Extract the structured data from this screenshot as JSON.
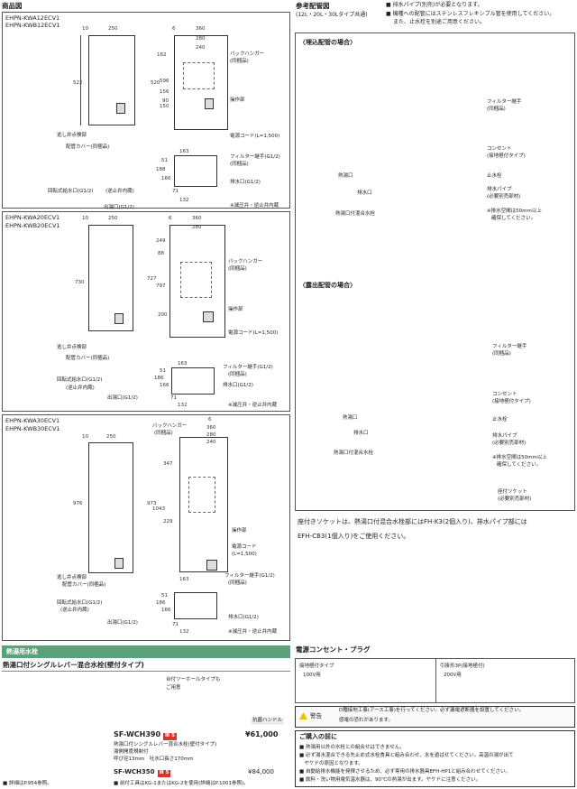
{
  "left": {
    "section_title": "商品図",
    "models": [
      {
        "codes": [
          "EHPN-KWA12ECV1",
          "EHPN-KWB12ECV1"
        ],
        "dims": {
          "d10": "10",
          "w250": "250",
          "h522": "522",
          "w6": "6",
          "w360": "360",
          "w280": "280",
          "w240": "240",
          "h162": "162",
          "h520": "520",
          "h596": "596",
          "h156": "156",
          "h90": "90",
          "h150": "150",
          "h51": "51",
          "h163": "163",
          "h188": "188",
          "h166": "166",
          "h71": "71",
          "h132": "132"
        },
        "labels": {
          "back_hanger": "バックハンガー",
          "back_hanger_note": "(同梱品)",
          "ops": "操作部",
          "power": "電源コード(L=1,500)",
          "drain_check": "逃し弁点検部",
          "pipe_cover": "配管カバー(同梱品)",
          "filter": "フィルター継手(G1/2)",
          "filter_note": "(同梱品)",
          "hot_out": "排水口(G1/2)",
          "rotary": "回転式給水口(G1/2)",
          "rotary_note": "(逆止弁内蔵)",
          "outlet": "出湯口(G1/2)",
          "note": "※減圧弁・逆止弁内蔵"
        }
      },
      {
        "codes": [
          "EHPN-KWA20ECV1",
          "EHPN-KWB20ECV1"
        ],
        "dims": {
          "d10": "10",
          "w250": "250",
          "h730": "730",
          "w6": "6",
          "w360": "360",
          "w280": "280",
          "w249": "249",
          "h88": "88",
          "h727": "727",
          "h797": "797",
          "h200": "200",
          "h51": "51",
          "h163": "163",
          "h186": "186",
          "h166": "166",
          "h71": "71",
          "h132": "132"
        },
        "labels": {
          "back_hanger": "バックハンガー",
          "back_hanger_note": "(同梱品)",
          "ops": "操作部",
          "power": "電源コード(L=1,500)",
          "drain_check": "逃し弁点検部",
          "pipe_cover": "配管カバー(同梱品)",
          "filter": "フィルター継手(G1/2)",
          "filter_note": "(同梱品)",
          "rotary": "回転式給水口(G1/2)",
          "rotary_note": "(逆止弁内蔵)",
          "hot_out": "排水口(G1/2)",
          "outlet": "出湯口(G1/2)",
          "note": "※減圧弁・逆止弁内蔵"
        }
      },
      {
        "codes": [
          "EHPN-KWA30ECV1",
          "EHPN-KWB30ECV1"
        ],
        "dims": {
          "d10": "10",
          "w250": "250",
          "h976": "976",
          "w6": "6",
          "w360": "360",
          "w280": "280",
          "w240": "240",
          "h347": "347",
          "h973": "973",
          "h1043": "1043",
          "h229": "229",
          "h51": "51",
          "h163": "163",
          "h186": "186",
          "h166": "166",
          "h71": "71",
          "h132": "132"
        },
        "labels": {
          "back_hanger": "バックハンガー",
          "back_hanger_note": "(同梱品)",
          "ops": "操作部",
          "power": "電源コード",
          "power_note": "(L=1,500)",
          "drain_check": "逃し弁点検部",
          "pipe_cover": "配管カバー(同梱品)",
          "filter": "フィルター継手(G1/2)",
          "filter_note": "(同梱品)",
          "rotary": "回転式給水口(G1/2)",
          "rotary_note": "(逆止弁内蔵)",
          "hot_out": "排水口(G1/2)",
          "outlet": "出湯口(G1/2)",
          "note": "※減圧弁・逆止弁内蔵"
        }
      }
    ]
  },
  "right": {
    "ref_title": "参考配管図",
    "ref_sub": "(12L・20L・30Lタイプ共通)",
    "ref_notes": [
      "■ 排水パイプ(別売)が必要となります。",
      "■ 機種への配管にはステンレスフレキシブル管を使用してください。",
      "また、止水栓を別途ご用意ください。"
    ],
    "embedded_title": "〈埋込配管の場合〉",
    "exposed_title": "〈露出配管の場合〉",
    "labels": {
      "filter": "フィルター継手",
      "filter_note": "(同梱品)",
      "outlet": "コンセント",
      "outlet_note": "(接地極付タイプ)",
      "hot_port": "熱湯口",
      "stop_valve": "止水栓",
      "drain_port": "排水口",
      "drain_pipe": "排水パイプ",
      "drain_pipe_note": "(必要別売部材)",
      "mixer": "熱湯口付混合水栓",
      "gap_note": "※排水空間は50mm以上",
      "gap_note2": "確保してください。",
      "socket": "座付ソケット",
      "socket_note": "(必要別売部材)"
    },
    "socket_text": "座付きソケットは、熱湯口付混合水栓部にはFH-K3(2個入り)、排水パイプ部には",
    "socket_text2": "EFH-CB3(1個入り)をご使用ください。",
    "power_title": "電源コンセント・プラグ",
    "plug1": {
      "type": "接地極付タイプ",
      "voltage": "100V用"
    },
    "plug2": {
      "type": "引掛形3P(接地極付)",
      "voltage": "200V用"
    },
    "warning_label": "警告",
    "warning_text": "D種接地工事(アース工事)を行ってください。必ず漏電遮断器を設置してください。",
    "warning_text2": "感電の恐れがあります。",
    "before_title": "ご購入の前に",
    "before_items": [
      "■ 熱湯用以外の水栓との組合せはできません。",
      "■ 必ず湯水混合できる先止め式水栓食具と組み合わせ、水を遊ばせてください。高温の湯が出て",
      "　ヤケドの原因となります。",
      "■ 自動給排水機能を発揮させるため、必ず専用の排水器具EFH-HP1と組み合わせてください。",
      "■ 飲料・洗い物用電気温水器は、90℃の熱湯が出ます。ヤケドに注意ください。"
    ]
  },
  "product": {
    "section": "熱湯用水栓",
    "title": "熱湯口付シングルレバー混合水栓(壁付タイプ)",
    "note_top": "台付ツーホールタイプも",
    "note_top2": "ご用意",
    "handle_label": "抗菌ハンドル",
    "model1": "SF-WCH390",
    "badge": "Ⅲ 5",
    "price1": "¥61,000",
    "desc1": "熱湯口付シングルレバー混合水栓(壁付タイプ)",
    "desc2": "湯側開度規制付",
    "desc3": "呼び径13mm　吐水口長さ170mm",
    "model2": "SF-WCH350",
    "price2": "¥84,000",
    "footnote_left": "■ 詳細はP.954参照。",
    "footnote_right": "■ 前付工具はKG-1またはKG-2を使用(詳細はP.1001参照)。"
  },
  "colors": {
    "accent": "#5aa27a",
    "red": "#d9342b",
    "warn": "#f0c000"
  }
}
